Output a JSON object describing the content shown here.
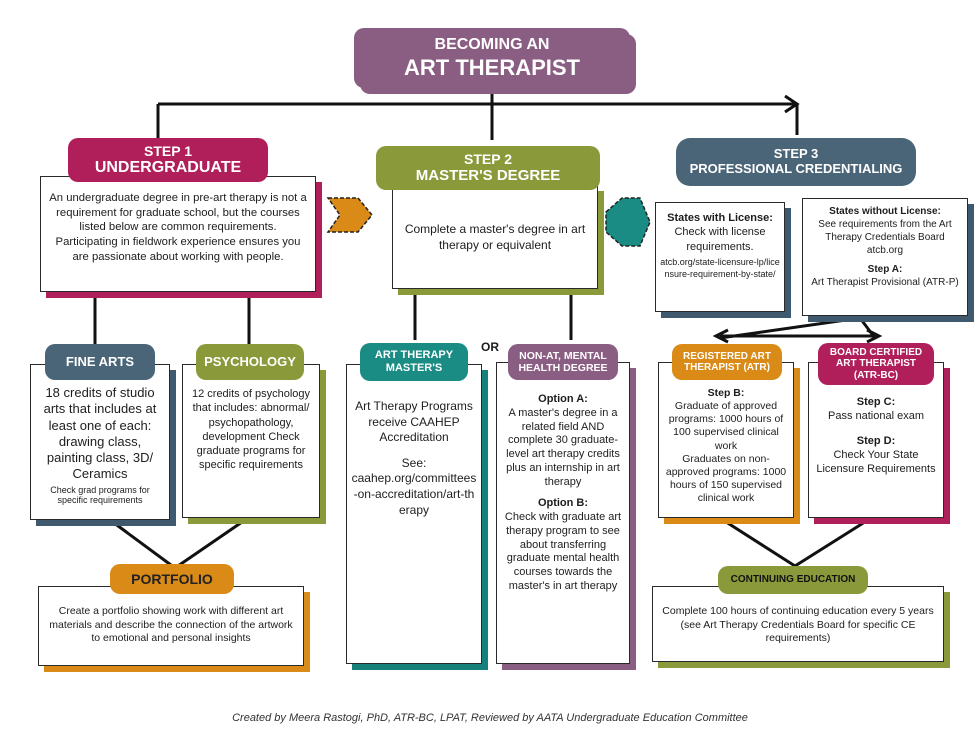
{
  "title": {
    "line1": "BECOMING AN",
    "line2": "ART THERAPIST"
  },
  "step1": {
    "heading1": "STEP 1",
    "heading2": "UNDERGRADUATE",
    "text": "An undergraduate degree in pre-art therapy is not a requirement for graduate school, but the courses listed below are common requirements. Participating in fieldwork experience ensures you are passionate about working with people."
  },
  "step2": {
    "heading1": "STEP 2",
    "heading2": "MASTER'S DEGREE",
    "text": "Complete a master's degree in art therapy or equivalent"
  },
  "step3": {
    "heading1": "STEP 3",
    "heading2": "PROFESSIONAL CREDENTIALING"
  },
  "fine_arts": {
    "label": "FINE ARTS",
    "text": "18 credits of studio arts that includes at least one of each: drawing class, painting class, 3D/ Ceramics",
    "note": "Check grad programs for specific requirements"
  },
  "psychology": {
    "label": "PSYCHOLOGY",
    "text": "12 credits of psychology that includes: abnormal/ psychopathology, development Check graduate programs for specific requirements"
  },
  "portfolio": {
    "label": "PORTFOLIO",
    "text": "Create a portfolio showing work with different art materials and describe the connection of the artwork to emotional and personal insights"
  },
  "or_label": "OR",
  "at_masters": {
    "label1": "ART THERAPY",
    "label2": "MASTER'S",
    "text": "Art Therapy Programs receive CAAHEP Accreditation",
    "see": "See:",
    "link": "caahep.org/committees-on-accreditation/art-therapy"
  },
  "non_at": {
    "label1": "NON-AT, MENTAL",
    "label2": "HEALTH DEGREE",
    "optA_title": "Option A:",
    "optA_text": "A master's degree in a related field AND complete 30 graduate-level art therapy credits plus an internship in art therapy",
    "optB_title": "Option B:",
    "optB_text": "Check with graduate art therapy program to see about transferring graduate mental health courses towards the master's in art therapy"
  },
  "states_with": {
    "title": "States with License:",
    "text": "Check with license requirements.",
    "link": "atcb.org/state-licensure-lp/licensure-requirement-by-state/"
  },
  "states_without": {
    "title": "States without License:",
    "text": "See requirements from the Art Therapy Credentials Board atcb.org",
    "stepA_title": "Step A:",
    "stepA_text": "Art Therapist Provisional (ATR-P)"
  },
  "atr": {
    "label1": "REGISTERED ART",
    "label2": "THERAPIST (ATR)",
    "stepB_title": "Step B:",
    "text1": "Graduate of approved programs: 1000 hours of 100 supervised clinical work",
    "text2": "Graduates on non-approved programs: 1000 hours of 150 supervised clinical work"
  },
  "atrbc": {
    "label1": "BOARD CERTIFIED",
    "label2": "ART THERAPIST",
    "label3": "(ATR-BC)",
    "stepC_title": "Step C:",
    "stepC_text": "Pass national exam",
    "stepD_title": "Step D:",
    "stepD_text": "Check Your State Licensure Requirements"
  },
  "ce": {
    "label": "CONTINUING EDUCATION",
    "text1": "Complete 100 hours of continuing education every 5 years",
    "text2": "(see Art Therapy Credentials Board for specific CE requirements)"
  },
  "footer": "Created by Meera Rastogi, PhD, ATR-BC, LPAT, Reviewed by AATA Undergraduate Education Committee",
  "colors": {
    "purple": "#8a5d82",
    "magenta": "#b01f5a",
    "olive": "#8a9a3a",
    "slate": "#4a6578",
    "orange": "#d98a17",
    "teal": "#1a8c84"
  }
}
